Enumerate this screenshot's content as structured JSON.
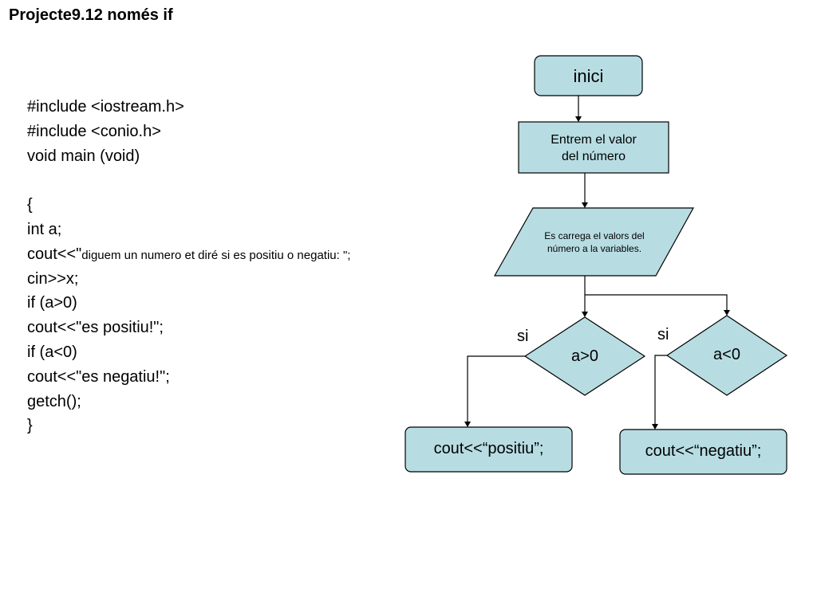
{
  "title": "Projecte9.12 només if",
  "code": {
    "lines": [
      "#include <iostream.h>",
      "#include <conio.h>",
      "void main (void)",
      "",
      "{",
      "int a;",
      "cout<<\"",
      "diguem un numero et diré si es positiu o negatiu: \";",
      "cin>>x;",
      "if (a>0)",
      "cout<<\"es positiu!\";",
      "if (a<0)",
      "cout<<\"es negatiu!\";",
      "getch();",
      "}"
    ]
  },
  "flowchart": {
    "start": "inici",
    "input_l1": "Entrem el valor",
    "input_l2": "del número",
    "io_l1": "Es carrega el valors del",
    "io_l2": "número a la variables.",
    "decision1": "a>0",
    "decision2": "a<0",
    "yes1": "si",
    "yes2": "si",
    "out1": "cout<<“positiu”;",
    "out2": "cout<<“negatiu”;"
  },
  "colors": {
    "shape_fill": "#b7dde3",
    "stroke": "#000000"
  }
}
